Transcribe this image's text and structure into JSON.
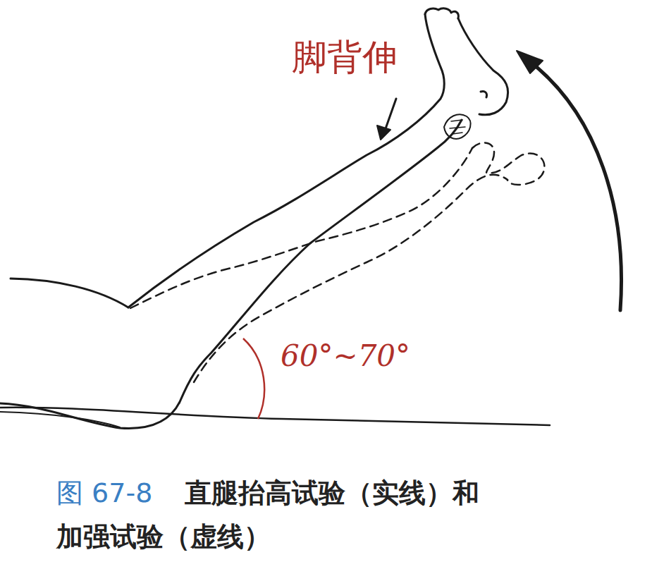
{
  "diagram": {
    "caption": "直腿抬高试验（实线）和加强试验（虚线）",
    "labels": [
      "脚背伸",
      "60°~70°",
      "图 67-8"
    ]
  }
}
